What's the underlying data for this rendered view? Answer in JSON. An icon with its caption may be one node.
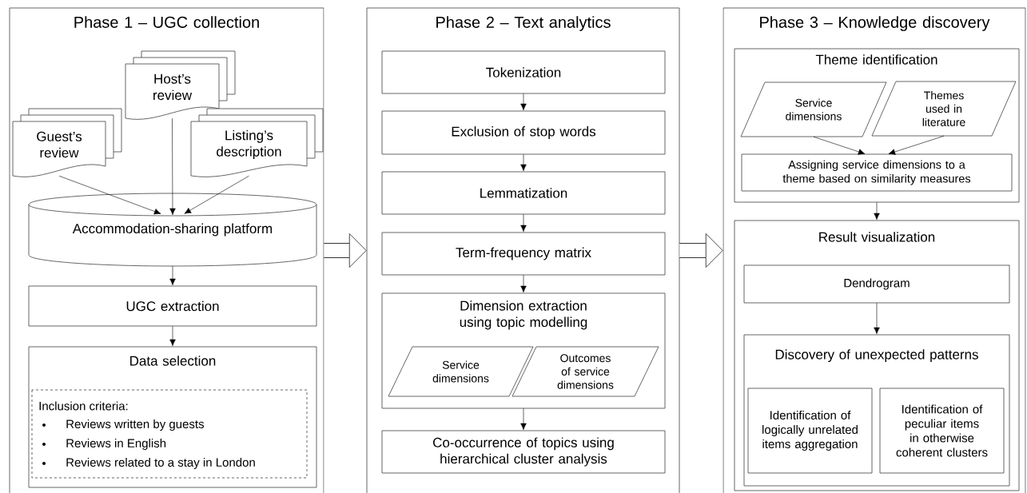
{
  "diagram": {
    "nodes": [
      {
        "text": [
          "Phase 1 – UGC collection"
        ]
      },
      {
        "text": [
          "Host’s review"
        ],
        "in": 0
      },
      {
        "text": [
          "Guest’s review"
        ],
        "in": 0
      },
      {
        "text": [
          "Listing’s description"
        ],
        "in": 0
      },
      {
        "text": [
          "Accommodation-sharing platform"
        ],
        "in": 0
      },
      {
        "text": [
          "UGC extraction"
        ],
        "in": 0
      },
      {
        "text": [
          "Data selection"
        ],
        "in": 0
      },
      {
        "text": [
          "Inclusion criteria:",
          "Reviews written by guests",
          "Reviews in English",
          "Reviews related to a stay in London"
        ],
        "in": 6
      },
      {
        "text": [
          "Phase 2 – Text analytics"
        ]
      },
      {
        "text": [
          "Tokenization"
        ],
        "in": 8
      },
      {
        "text": [
          "Exclusion of stop words"
        ],
        "in": 8
      },
      {
        "text": [
          "Lemmatization"
        ],
        "in": 8
      },
      {
        "text": [
          "Term-frequency matrix"
        ],
        "in": 8
      },
      {
        "text": [
          "Dimension extraction using topic modelling"
        ],
        "in": 8
      },
      {
        "text": [
          "Service dimensions"
        ],
        "in": 13
      },
      {
        "text": [
          "Outcomes of service dimensions"
        ],
        "in": 13
      },
      {
        "text": [
          "Co-occurrence of topics using hierarchical cluster analysis"
        ],
        "in": 8
      },
      {
        "text": [
          "Phase 3 – Knowledge discovery"
        ]
      },
      {
        "text": [
          "Theme identification"
        ],
        "in": 17
      },
      {
        "text": [
          "Service dimensions"
        ],
        "in": 18
      },
      {
        "text": [
          "Themes used in literature"
        ],
        "in": 18
      },
      {
        "text": [
          "Assigning service dimensions to a theme based on similarity measures"
        ],
        "in": 18
      },
      {
        "text": [
          "Result visualization"
        ],
        "in": 17
      },
      {
        "text": [
          "Dendrogram"
        ],
        "in": 22
      },
      {
        "text": [
          "Discovery of unexpected patterns"
        ],
        "in": 22
      },
      {
        "text": [
          "Identification of logically unrelated items aggregation"
        ],
        "in": 24
      },
      {
        "text": [
          "Identification of peculiar items in otherwise coherent clusters"
        ],
        "in": 24
      }
    ],
    "edges": [
      {
        "from": 2,
        "to": 4,
        "arrow": "to"
      },
      {
        "from": 1,
        "to": 4,
        "arrow": "to"
      },
      {
        "from": 3,
        "to": 4,
        "arrow": "to"
      },
      {
        "from": 4,
        "to": 5,
        "arrow": "to"
      },
      {
        "from": 5,
        "to": 6,
        "arrow": "to"
      },
      {
        "from": 0,
        "to": 8,
        "arrow": "to",
        "style": "thick"
      },
      {
        "from": 9,
        "to": 10,
        "arrow": "to"
      },
      {
        "from": 10,
        "to": 11,
        "arrow": "to"
      },
      {
        "from": 11,
        "to": 12,
        "arrow": "to"
      },
      {
        "from": 12,
        "to": 13,
        "arrow": "to"
      },
      {
        "from": 13,
        "to": 16,
        "arrow": "to"
      },
      {
        "from": 8,
        "to": 17,
        "arrow": "to",
        "style": "thick"
      },
      {
        "from": 19,
        "to": 21,
        "arrow": "to"
      },
      {
        "from": 20,
        "to": 21,
        "arrow": "to"
      },
      {
        "from": 18,
        "to": 22,
        "arrow": "to"
      },
      {
        "from": 23,
        "to": 24,
        "arrow": "to"
      }
    ]
  }
}
